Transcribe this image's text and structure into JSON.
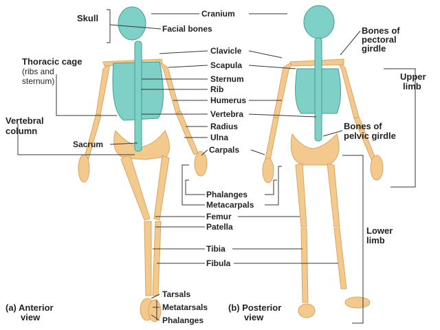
{
  "colors": {
    "bone": "#f4c98d",
    "bone_edge": "#d9a560",
    "axial": "#7fd0c6",
    "axial_edge": "#3f9f95",
    "line": "#333333"
  },
  "labels": {
    "skull": "Skull",
    "cranium": "Cranium",
    "facial_bones": "Facial bones",
    "thoracic_cage": "Thoracic cage",
    "thoracic_sub1": "(ribs and",
    "thoracic_sub2": "sternum)",
    "clavicle": "Clavicle",
    "scapula": "Scapula",
    "sternum": "Sternum",
    "rib": "Rib",
    "humerus": "Humerus",
    "vertebra": "Vertebra",
    "radius": "Radius",
    "ulna": "Ulna",
    "carpals": "Carpals",
    "vertebral_column_1": "Vertebral",
    "vertebral_column_2": "column",
    "sacrum": "Sacrum",
    "phalanges_hand": "Phalanges",
    "metacarpals": "Metacarpals",
    "femur": "Femur",
    "patella": "Patella",
    "tibia": "Tibia",
    "fibula": "Fibula",
    "tarsals": "Tarsals",
    "metatarsals": "Metatarsals",
    "phalanges_foot": "Phalanges",
    "anterior_1": "(a) Anterior",
    "anterior_2": "view",
    "posterior_1": "(b) Posterior",
    "posterior_2": "view",
    "pectoral_1": "Bones of",
    "pectoral_2": "pectoral",
    "pectoral_3": "girdle",
    "upper_limb_1": "Upper",
    "upper_limb_2": "limb",
    "pelvic_1": "Bones of",
    "pelvic_2": "pelvic girdle",
    "lower_limb_1": "Lower",
    "lower_limb_2": "limb"
  }
}
